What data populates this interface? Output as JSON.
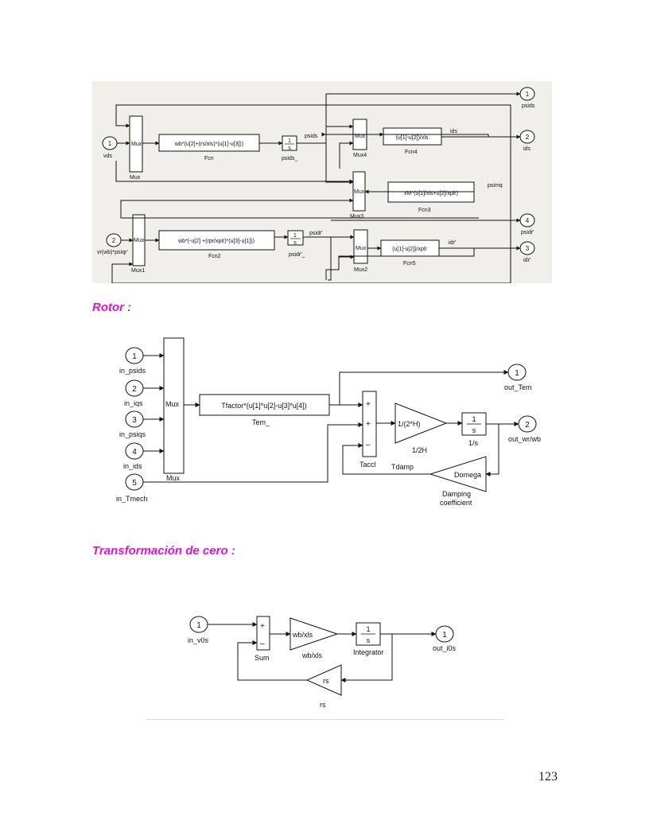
{
  "stator": {
    "blocks": {
      "mux": "Mux",
      "mux_name": "Mux",
      "mux4": "Mux",
      "mux4_name": "Mux4",
      "mux3": "Mux",
      "mux3_name": "Mux3",
      "mux1": "Mux",
      "mux1_name": "Mux1",
      "mux2": "Mux",
      "mux2_name": "Mux2",
      "fcn": "wb*(u[2]+(rs/xls)*(u[1]-u[3]))",
      "fcn_name": "Fcn",
      "fcn4": "(u[1]-u[2])/xls",
      "fcn4_name": "Fcn4",
      "fcn3": "xM*(u[1]/xls+u[2]/xplr)",
      "fcn3_name": "Fcn3",
      "fcn2": "wb*(-u[2] +(rpr/xplr)*(u[3]-u[1]))",
      "fcn2_name": "Fcn2",
      "fcn5": "(u[1]-u[2])/xplr",
      "fcn5_name": "Fcn5",
      "int_num": "1",
      "int_den": "s",
      "int1_name": "psids_",
      "int2_name": "psidr'_"
    },
    "ports": {
      "in1_num": "1",
      "in1_name": "vds",
      "in2_num": "2",
      "in2_name": "vr(wb)*psiqr'",
      "out1_num": "1",
      "out1_name": "psids",
      "out2_num": "2",
      "out2_name": "ids",
      "out4_num": "4",
      "out4_name": "psidr'",
      "out3_num": "3",
      "out3_name": "idr'"
    },
    "signals": {
      "psids": "psids",
      "ids": "ids",
      "psimq": "psimq",
      "psidr": "psidr'",
      "idr": "idr'"
    }
  },
  "rotor": {
    "title": "Rotor :",
    "inputs": [
      {
        "num": "1",
        "name": "in_psids"
      },
      {
        "num": "2",
        "name": "in_iqs"
      },
      {
        "num": "3",
        "name": "in_psiqs"
      },
      {
        "num": "4",
        "name": "in_ids"
      },
      {
        "num": "5",
        "name": "in_Tmech"
      }
    ],
    "mux": "Mux",
    "mux_name": "Mux",
    "tem_fcn": "Tfactor*(u[1]*u[2]-u[3]*u[4])",
    "tem_name": "Tem_",
    "sum_signs": [
      "+",
      "+",
      "–"
    ],
    "sum_name": "Taccl",
    "gain": "1/(2*H)",
    "gain_name": "1/2H",
    "int_num": "1",
    "int_den": "s",
    "int_name": "1/s",
    "damp_gain": "Domega",
    "damp_signal": "Tdamp",
    "damp_name_1": "Damping",
    "damp_name_2": "coefficient",
    "out1_num": "1",
    "out1_name": "out_Tem",
    "out2_num": "2",
    "out2_name": "out_wr/wb"
  },
  "zero": {
    "title": "Transformación de cero :",
    "in_num": "1",
    "in_name": "in_v0s",
    "sum_signs": [
      "+",
      "–"
    ],
    "sum_name": "Sum",
    "gain": "wb/xls",
    "gain_name": "wb/xls",
    "int_num": "1",
    "int_den": "s",
    "int_name": "Integrator",
    "fb_gain": "rs",
    "fb_name": "rs",
    "out_num": "1",
    "out_name": "out_i0s"
  },
  "page_number": "123"
}
